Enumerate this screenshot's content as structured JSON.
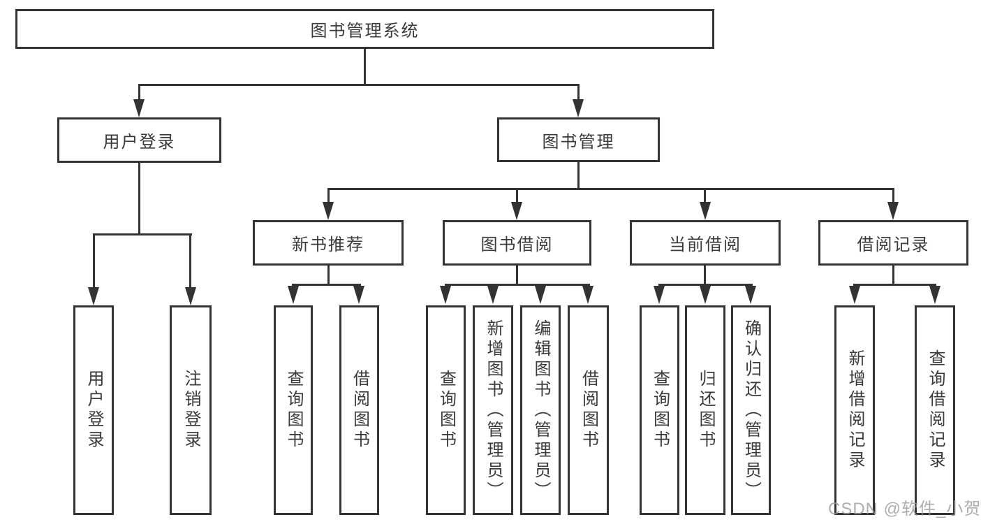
{
  "diagram_title": "图书管理系统",
  "colors": {
    "line": "#333333",
    "text": "#3a3a3a",
    "background": "#ffffff",
    "watermark": "#9b9b9b"
  },
  "tree": {
    "root": {
      "label": "图书管理系统"
    },
    "branches": [
      {
        "label": "用户登录",
        "children": [
          {
            "label": "用户登录"
          },
          {
            "label": "注销登录"
          }
        ]
      },
      {
        "label": "图书管理",
        "children": [
          {
            "label": "新书推荐",
            "children": [
              {
                "label": "查询图书"
              },
              {
                "label": "借阅图书"
              }
            ]
          },
          {
            "label": "图书借阅",
            "children": [
              {
                "label": "查询图书"
              },
              {
                "label": "新增图书（管理员）"
              },
              {
                "label": "编辑图书（管理员）"
              },
              {
                "label": "借阅图书"
              }
            ]
          },
          {
            "label": "当前借阅",
            "children": [
              {
                "label": "查询图书"
              },
              {
                "label": "归还图书"
              },
              {
                "label": "确认归还（管理员）"
              }
            ]
          },
          {
            "label": "借阅记录",
            "children": [
              {
                "label": "新增借阅记录"
              },
              {
                "label": "查询借阅记录"
              }
            ]
          }
        ]
      }
    ]
  },
  "watermark": {
    "text": "CSDN @软件_小贺同学"
  }
}
